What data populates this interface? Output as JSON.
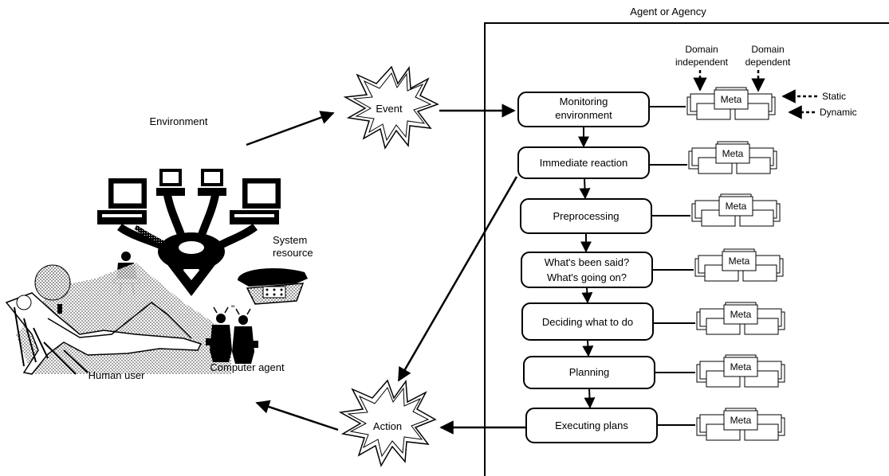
{
  "agency_title": "Agent or Agency",
  "environment_label": "Environment",
  "event_label": "Event",
  "action_label": "Action",
  "system_resource_label": [
    "System",
    "resource"
  ],
  "human_user_label": "Human user",
  "computer_agent_label": "Computer agent",
  "domain_independent_label": [
    "Domain",
    "independent"
  ],
  "domain_dependent_label": [
    "Domain",
    "dependent"
  ],
  "static_label": "Static",
  "dynamic_label": "Dynamic",
  "meta_label": "Meta",
  "stages": [
    {
      "lines": [
        "Monitoring",
        "environment"
      ]
    },
    {
      "lines": [
        "Immediate reaction"
      ]
    },
    {
      "lines": [
        "Preprocessing"
      ]
    },
    {
      "lines": [
        "What's been said?",
        "What's going on?"
      ]
    },
    {
      "lines": [
        "Deciding what to do"
      ]
    },
    {
      "lines": [
        "Planning"
      ]
    },
    {
      "lines": [
        "Executing plans"
      ]
    }
  ]
}
